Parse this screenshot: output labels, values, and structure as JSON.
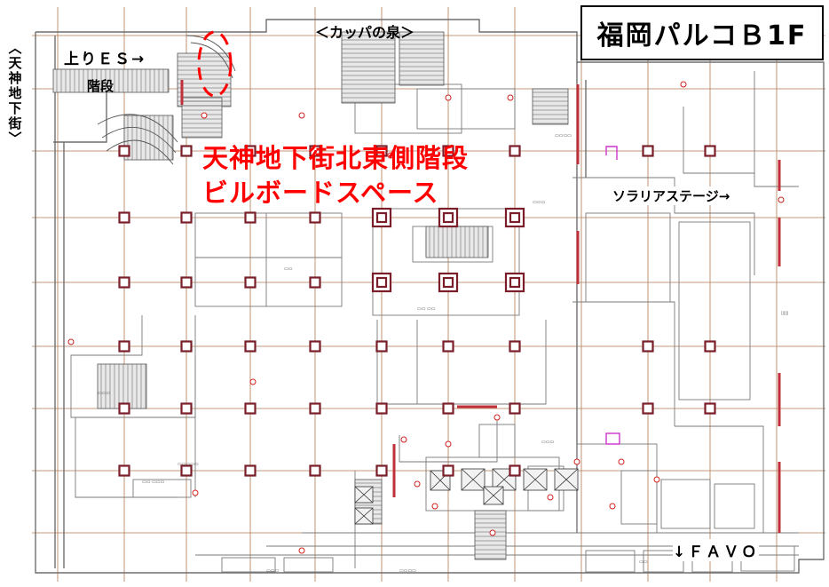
{
  "title": "福岡パルコＢ1F",
  "labels": {
    "kappa": "＜カッパの泉＞",
    "up_es": "上りＥＳ→",
    "stairs": "階段",
    "tenjin_underground": [
      "︿",
      "天",
      "神",
      "地",
      "下",
      "街",
      "﹀"
    ],
    "solaria": "ソラリアステージ→",
    "favo": "↓ＦＡＶＯ"
  },
  "highlight": {
    "line1": "天神地下街北東側階段",
    "line2": "ビルボードスペース"
  },
  "colors": {
    "accent_red": "#ff0000",
    "grid_brown": "#b07850",
    "plan_line": "#6e6e6e",
    "column_maroon": "#7a1f2a",
    "magenta": "#cc33cc"
  }
}
